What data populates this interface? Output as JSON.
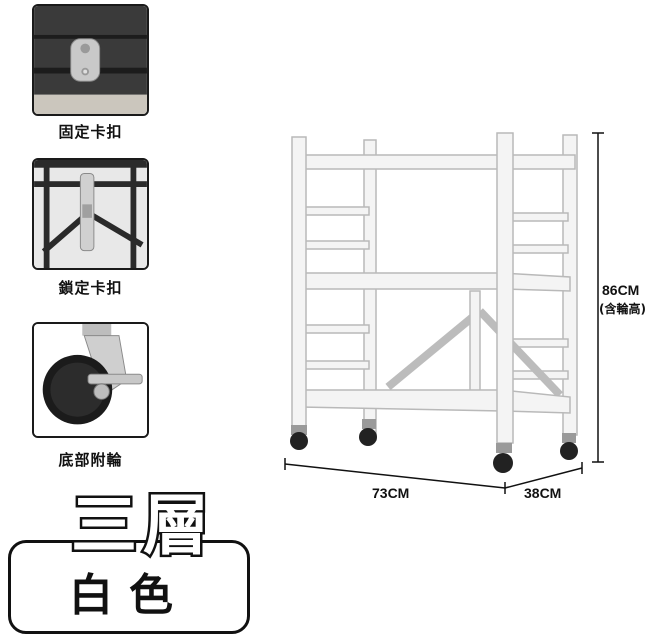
{
  "features": [
    {
      "caption": "固定卡扣",
      "icon": "latch-plate-icon"
    },
    {
      "caption": "鎖定卡扣",
      "icon": "locking-clip-icon"
    },
    {
      "caption": "底部附輪",
      "icon": "caster-wheel-icon"
    }
  ],
  "dimensions": {
    "height": "86CM",
    "height_note": "(含輪高)",
    "width": "73CM",
    "depth": "38CM"
  },
  "title": "三層",
  "color_label": "白色",
  "colors": {
    "outline": "#111111",
    "rack": "#f2f2f2",
    "dark": "#2b2b2b"
  }
}
